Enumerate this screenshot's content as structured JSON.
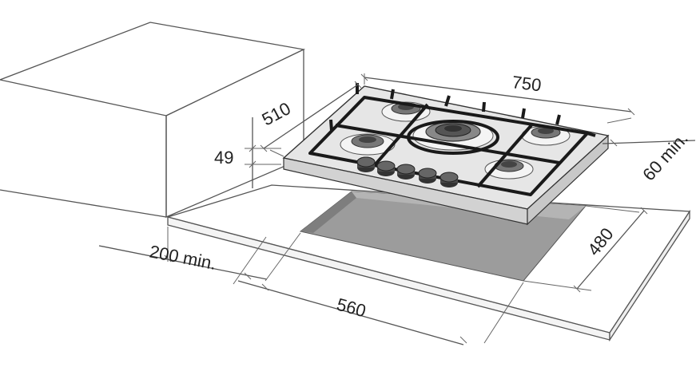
{
  "dimensions": {
    "width": "750",
    "depth": "510",
    "height": "49",
    "cutout_width": "560",
    "cutout_depth": "480",
    "side_clearance": "200 min.",
    "front_clearance": "60 min."
  },
  "colors": {
    "line": "#555555",
    "steel": "#e6e6e6",
    "cutout": "#9c9c9c",
    "grate": "#1a1a1a",
    "knob": "#4a4a4a"
  }
}
